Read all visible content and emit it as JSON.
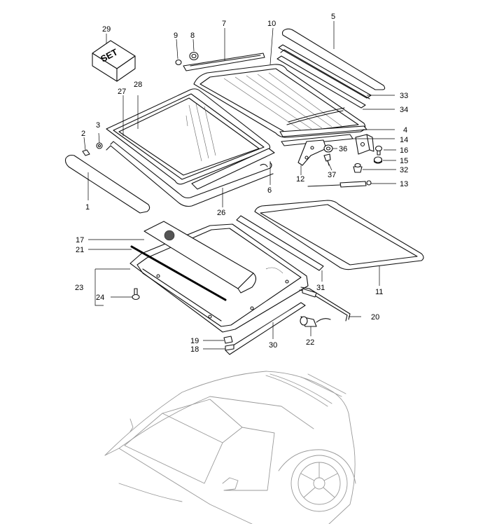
{
  "callouts": [
    {
      "id": "1",
      "label": "1"
    },
    {
      "id": "2",
      "label": "2"
    },
    {
      "id": "3",
      "label": "3"
    },
    {
      "id": "4",
      "label": "4"
    },
    {
      "id": "5",
      "label": "5"
    },
    {
      "id": "6",
      "label": "6"
    },
    {
      "id": "7",
      "label": "7"
    },
    {
      "id": "8",
      "label": "8"
    },
    {
      "id": "9",
      "label": "9"
    },
    {
      "id": "10",
      "label": "10"
    },
    {
      "id": "11",
      "label": "11"
    },
    {
      "id": "12",
      "label": "12"
    },
    {
      "id": "13",
      "label": "13"
    },
    {
      "id": "14",
      "label": "14"
    },
    {
      "id": "15",
      "label": "15"
    },
    {
      "id": "16",
      "label": "16"
    },
    {
      "id": "17",
      "label": "17"
    },
    {
      "id": "18",
      "label": "18"
    },
    {
      "id": "19",
      "label": "19"
    },
    {
      "id": "20",
      "label": "20"
    },
    {
      "id": "21",
      "label": "21"
    },
    {
      "id": "22",
      "label": "22"
    },
    {
      "id": "23",
      "label": "23"
    },
    {
      "id": "24",
      "label": "24"
    },
    {
      "id": "26",
      "label": "26"
    },
    {
      "id": "27",
      "label": "27"
    },
    {
      "id": "28",
      "label": "28"
    },
    {
      "id": "29",
      "label": "29"
    },
    {
      "id": "30",
      "label": "30"
    },
    {
      "id": "31",
      "label": "31"
    },
    {
      "id": "32",
      "label": "32"
    },
    {
      "id": "33",
      "label": "33"
    },
    {
      "id": "34",
      "label": "34"
    },
    {
      "id": "36",
      "label": "36"
    },
    {
      "id": "37",
      "label": "37"
    }
  ],
  "set_box": {
    "label": "SET"
  },
  "colors": {
    "line": "#111111",
    "car_outline": "#9a9a9a",
    "background": "#ffffff"
  }
}
